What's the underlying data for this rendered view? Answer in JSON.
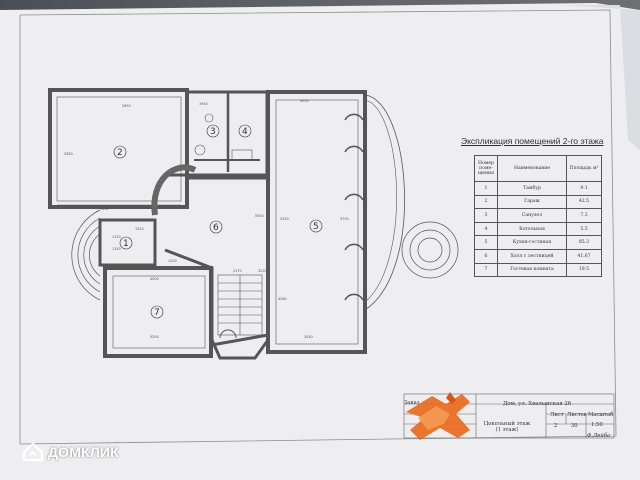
{
  "explication": {
    "title": "Экспликация помещений 2-го этажа",
    "headers": [
      "Номер поме-щения",
      "Наименование",
      "Площадь м²"
    ],
    "rows": [
      {
        "num": "1",
        "name": "Тамбур",
        "area": "9.1"
      },
      {
        "num": "2",
        "name": "Гараж",
        "area": "42.5"
      },
      {
        "num": "3",
        "name": "Санузел",
        "area": "7.3"
      },
      {
        "num": "4",
        "name": "Котельная",
        "area": "5.5"
      },
      {
        "num": "5",
        "name": "Кухня-гостиная",
        "area": "85.3"
      },
      {
        "num": "6",
        "name": "Холл с лестницей",
        "area": "41.67"
      },
      {
        "num": "7",
        "name": "Гостевая комната",
        "area": "19.5"
      }
    ]
  },
  "plan": {
    "rooms": [
      {
        "label": "1"
      },
      {
        "label": "2"
      },
      {
        "label": "3"
      },
      {
        "label": "4"
      },
      {
        "label": "5"
      },
      {
        "label": "6"
      },
      {
        "label": "7"
      }
    ],
    "dimensions": [
      "2650",
      "3380",
      "5150",
      "1940",
      "4000",
      "2530",
      "3750",
      "4260",
      "2430",
      "4000",
      "5200",
      "5550",
      "2170",
      "1520",
      "1150",
      "1150",
      "3220",
      "1200"
    ]
  },
  "stamp": {
    "address": "Дом, ул. Хвалынская 26",
    "head_label": "Заказ",
    "plan_label": "Цокольный этаж (1 этаж)",
    "labels": [
      "Лист",
      "Листов",
      "Масштаб"
    ],
    "values": [
      "2",
      "30",
      "1:50"
    ],
    "org": "Ф.Лейба"
  },
  "watermark": {
    "brand": "ДОМКЛИК"
  }
}
